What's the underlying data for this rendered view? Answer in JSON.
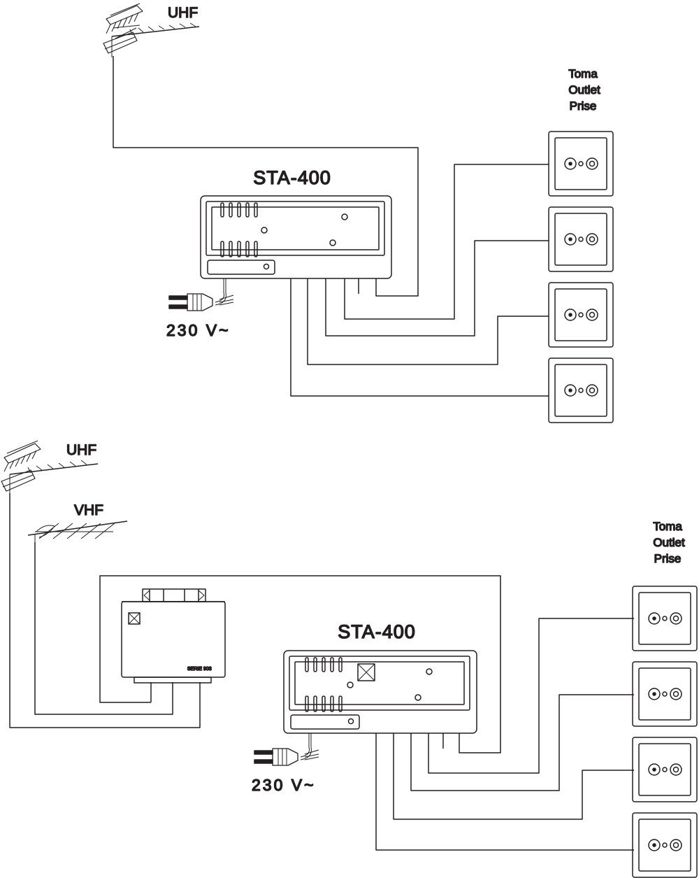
{
  "diagrams": [
    {
      "uhf_label": "UHF",
      "device_label": "STA-400",
      "power_label": "230 V~",
      "outlet_label": [
        "Toma",
        "Outlet",
        "Prise"
      ]
    },
    {
      "uhf_label": "UHF",
      "vhf_label": "VHF",
      "device_label": "STA-400",
      "module_label": "SERIE 903",
      "power_label": "230 V~",
      "outlet_label": [
        "Toma",
        "Outlet",
        "Prise"
      ]
    }
  ],
  "colors": {
    "line": "#231f20",
    "background": "#ffffff"
  }
}
